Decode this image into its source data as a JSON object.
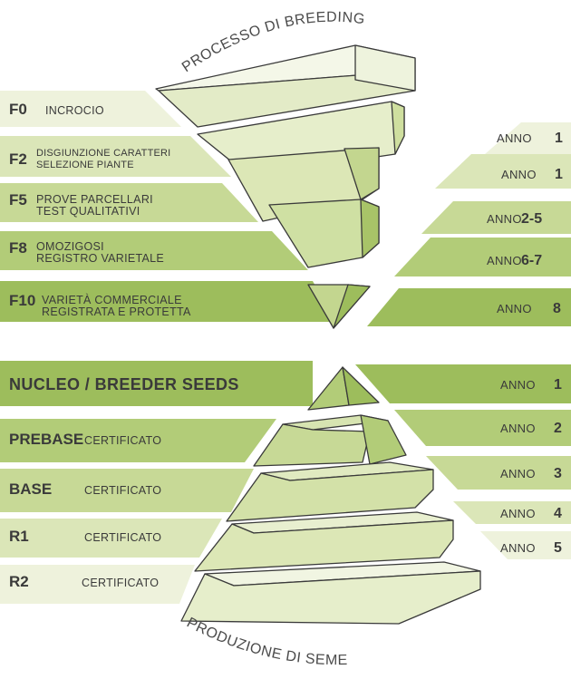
{
  "title_top": "PROCESSO DI BREEDING",
  "title_bottom": "PRODUZIONE DI SEME",
  "colors": {
    "band_1": "#eef2dc",
    "band_2": "#dbe6b8",
    "band_3": "#c7d996",
    "band_4": "#b2cc78",
    "band_5": "#9dbd5c",
    "face_light": "#eef3dd",
    "face_mid": "#d7e4b1",
    "face_dark": "#b8cf7e",
    "outline": "#3a3a3a"
  },
  "breeding": [
    {
      "code": "F0",
      "line1": "INCROCIO",
      "line2": "",
      "anno": "ANNO",
      "year": "1"
    },
    {
      "code": "F2",
      "line1": "DISGIUNZIONE CARATTERI",
      "line2": "SELEZIONE PIANTE",
      "anno": "ANNO",
      "year": "1"
    },
    {
      "code": "F5",
      "line1": "PROVE PARCELLARI",
      "line2": "TEST QUALITATIVI",
      "anno": "ANNO",
      "year": "2-5"
    },
    {
      "code": "F8",
      "line1": "OMOZIGOSI",
      "line2": "REGISTRO VARIETALE",
      "anno": "ANNO",
      "year": "6-7"
    },
    {
      "code": "F10",
      "line1": "VARIETÀ COMMERCIALE",
      "line2": "REGISTRATA E PROTETTA",
      "anno": "ANNO",
      "year": "8"
    }
  ],
  "seed": [
    {
      "code": "NUCLEO / BREEDER SEEDS",
      "cert": "",
      "anno": "ANNO",
      "year": "1"
    },
    {
      "code": "PREBASE",
      "cert": "CERTIFICATO",
      "anno": "ANNO",
      "year": "2"
    },
    {
      "code": "BASE",
      "cert": "CERTIFICATO",
      "anno": "ANNO",
      "year": "3"
    },
    {
      "code": "R1",
      "cert": "CERTIFICATO",
      "anno": "ANNO",
      "year": "4"
    },
    {
      "code": "R2",
      "cert": "CERTIFICATO",
      "anno": "ANNO",
      "year": "5"
    }
  ]
}
